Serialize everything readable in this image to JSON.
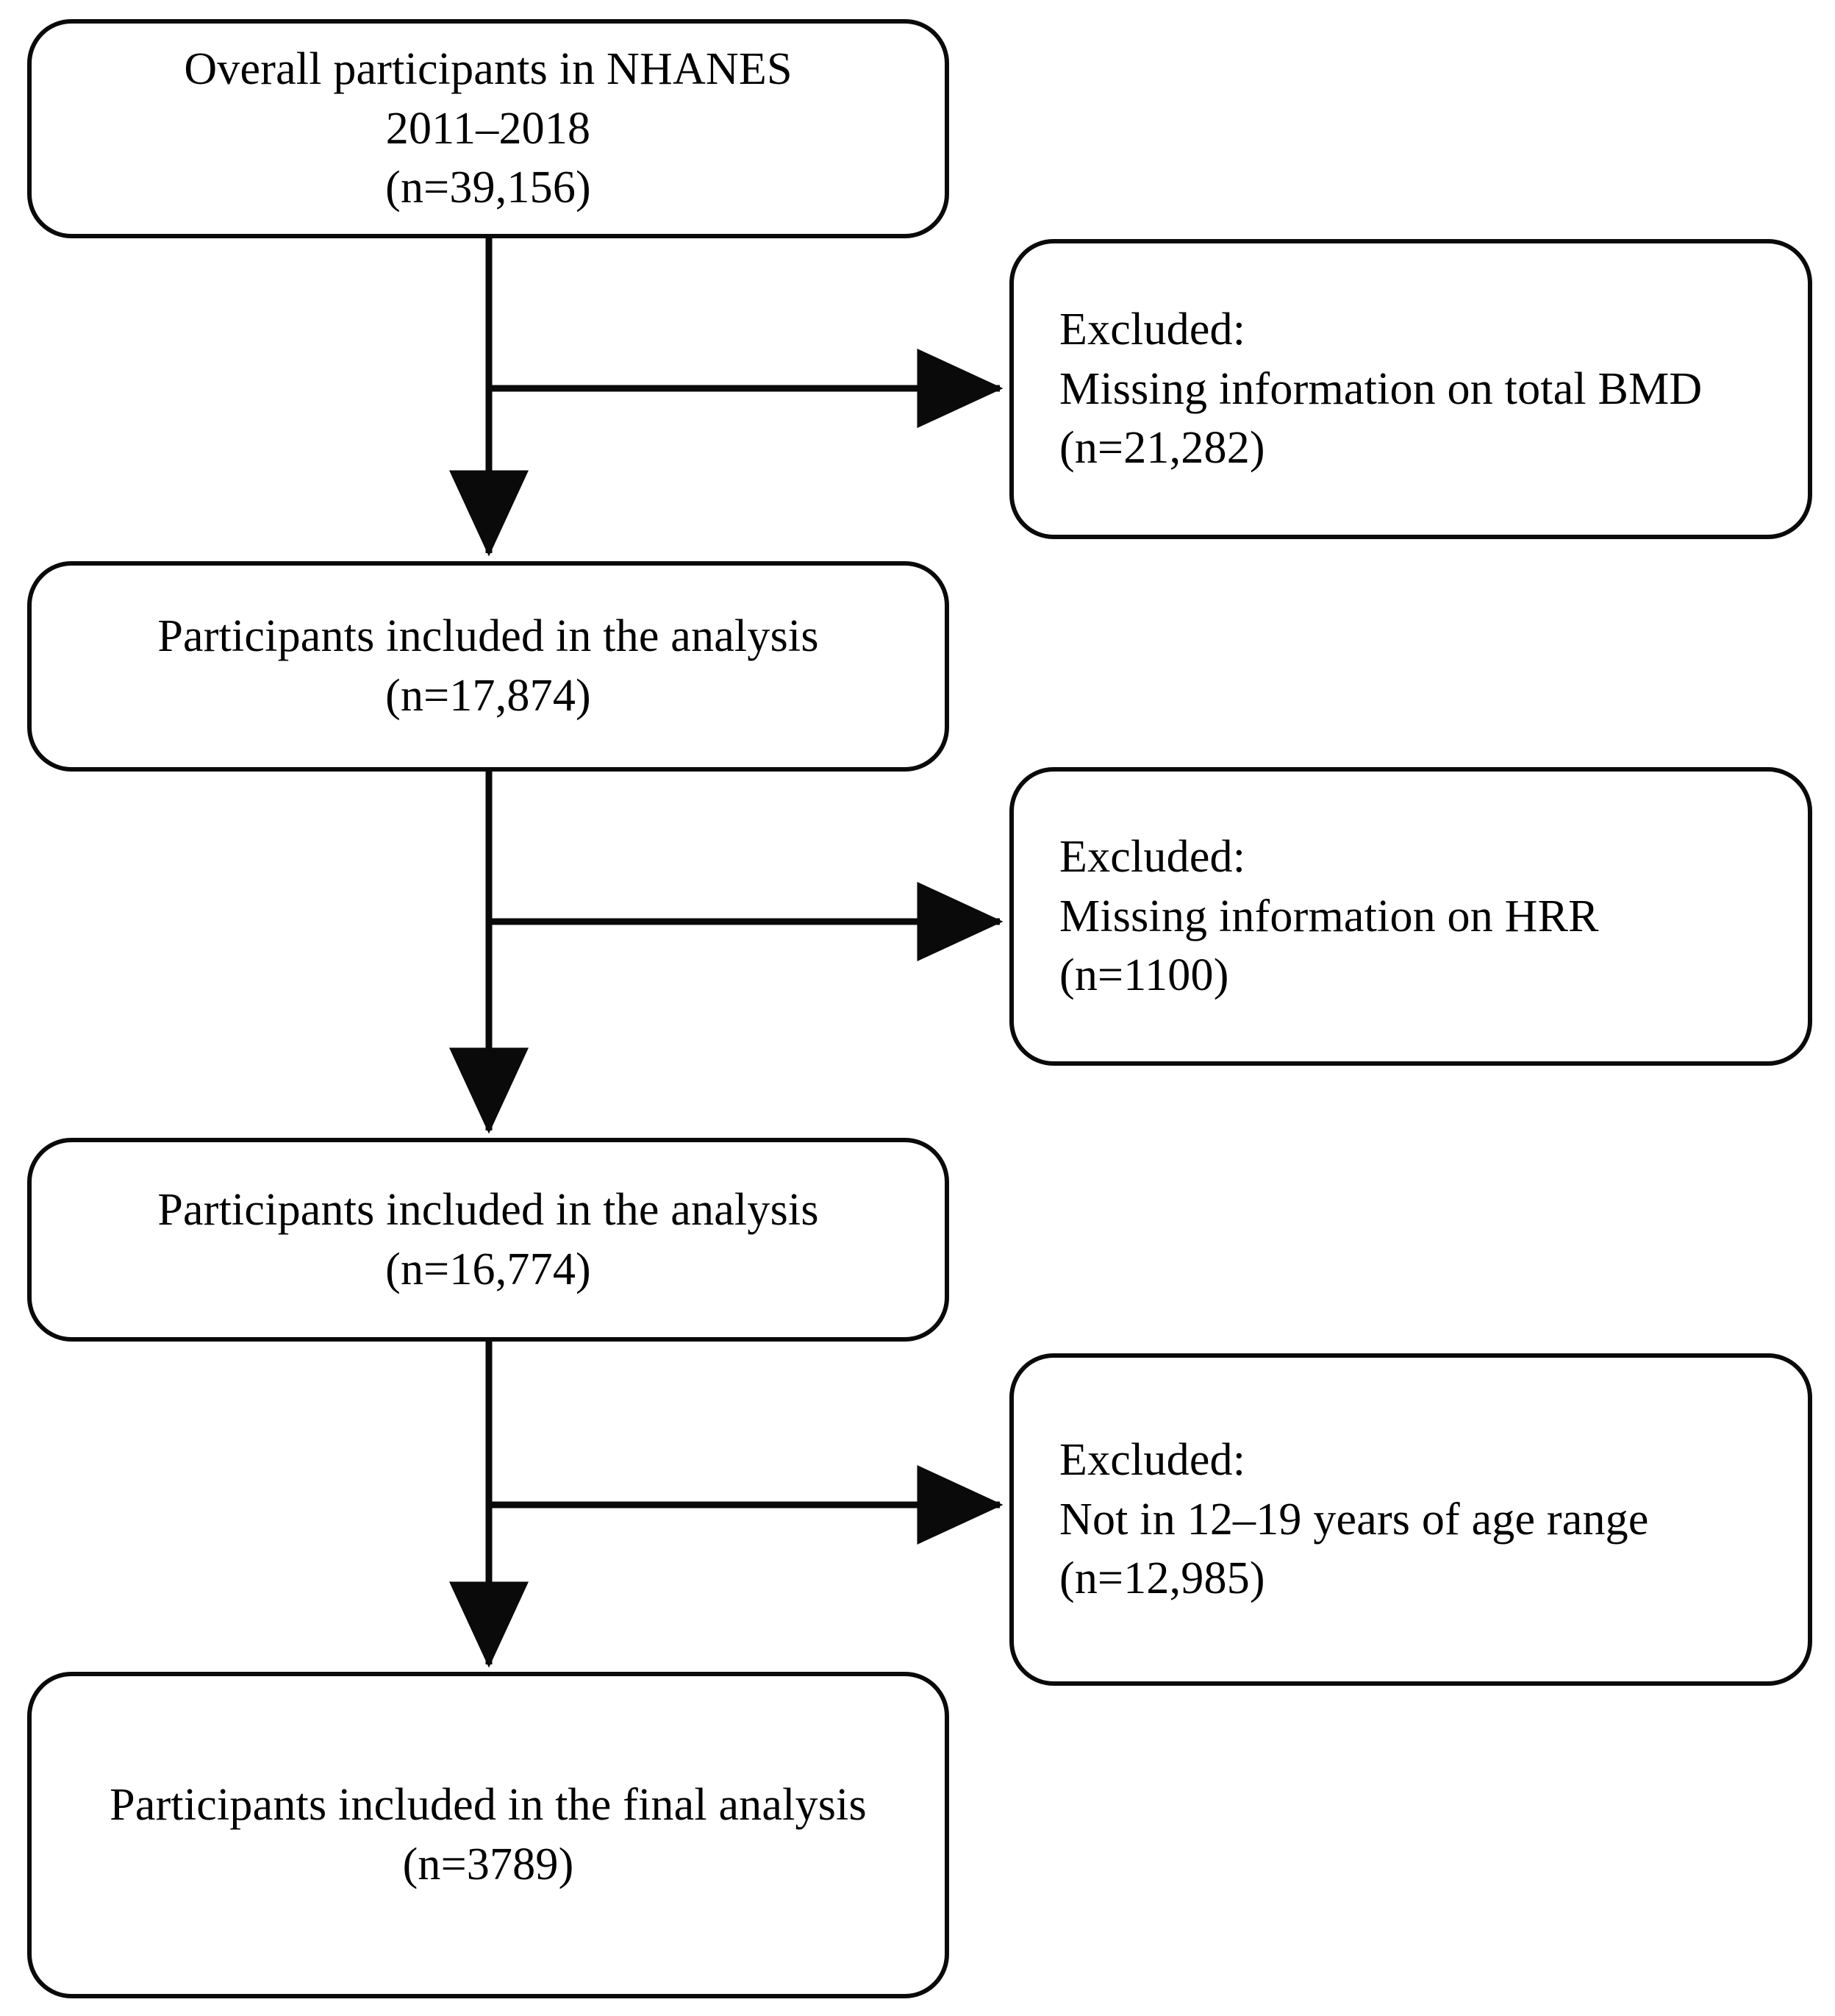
{
  "diagram": {
    "type": "participant-flow-chart",
    "stroke_color": "#0a0a0a",
    "background_color": "#ffffff",
    "text_color": "#000000",
    "nodes": [
      {
        "id": "overall-participants",
        "role": "flow-box",
        "lines": [
          "Overall participants in NHANES",
          "2011–2018",
          "(n=39,156)"
        ],
        "n_label": "(n=39,156)",
        "n_value": 39156
      },
      {
        "id": "excluded-bmd",
        "role": "exclusion-box",
        "lines": [
          "Excluded:",
          "Missing information on total BMD",
          "(n=21,282)"
        ],
        "n_label": "(n=21,282)",
        "n_value": 21282
      },
      {
        "id": "included-analysis-1",
        "role": "flow-box",
        "lines": [
          "Participants included in the analysis",
          "(n=17,874)"
        ],
        "n_label": "(n=17,874)",
        "n_value": 17874
      },
      {
        "id": "excluded-hrr",
        "role": "exclusion-box",
        "lines": [
          "Excluded:",
          "Missing information on HRR",
          "(n=1100)"
        ],
        "n_label": "(n=1100)",
        "n_value": 1100
      },
      {
        "id": "included-analysis-2",
        "role": "flow-box",
        "lines": [
          "Participants included in the analysis",
          "(n=16,774)"
        ],
        "n_label": "(n=16,774)",
        "n_value": 16774
      },
      {
        "id": "excluded-age",
        "role": "exclusion-box",
        "lines": [
          "Excluded:",
          "Not in 12–19 years of age range",
          "(n=12,985)"
        ],
        "n_label": "(n=12,985)",
        "n_value": 12985
      },
      {
        "id": "included-final",
        "role": "flow-box",
        "lines": [
          "Participants included in the final analysis",
          "(n=3789)"
        ],
        "n_label": "(n=3789)",
        "n_value": 3789
      }
    ],
    "edges": [
      {
        "from": "overall-participants",
        "to": "included-analysis-1",
        "kind": "down-arrow"
      },
      {
        "from": "overall-participants",
        "to": "excluded-bmd",
        "kind": "right-arrow"
      },
      {
        "from": "included-analysis-1",
        "to": "included-analysis-2",
        "kind": "down-arrow"
      },
      {
        "from": "included-analysis-1",
        "to": "excluded-hrr",
        "kind": "right-arrow"
      },
      {
        "from": "included-analysis-2",
        "to": "included-final",
        "kind": "down-arrow"
      },
      {
        "from": "included-analysis-2",
        "to": "excluded-age",
        "kind": "right-arrow"
      }
    ]
  },
  "box1": {
    "line1": "Overall participants in NHANES",
    "line2": "2011–2018",
    "line3": "(n=39,156)"
  },
  "box2": {
    "line1": "Excluded:",
    "line2": "Missing information on total BMD",
    "line3": "(n=21,282)"
  },
  "box3": {
    "line1": "Participants included in the analysis",
    "line2": "(n=17,874)"
  },
  "box4": {
    "line1": "Excluded:",
    "line2": "Missing information on HRR",
    "line3": "(n=1100)"
  },
  "box5": {
    "line1": "Participants included in the analysis",
    "line2": "(n=16,774)"
  },
  "box6": {
    "line1": "Excluded:",
    "line2": "Not in 12–19 years of age range",
    "line3": "(n=12,985)"
  },
  "box7": {
    "line1": "Participants included in the final analysis",
    "line2": "(n=3789)"
  }
}
